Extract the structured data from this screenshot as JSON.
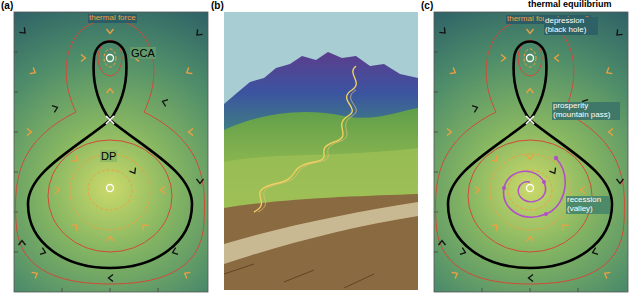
{
  "diagram": {
    "labels": [
      "(a)",
      "GCA",
      "DP",
      "thermal force",
      "(b)",
      "thermal equilibrium",
      "(c)",
      "thermal force (external)",
      "depression (black hole)",
      "prosperity (mountain pass)",
      "recession (valley)"
    ]
  }
}
